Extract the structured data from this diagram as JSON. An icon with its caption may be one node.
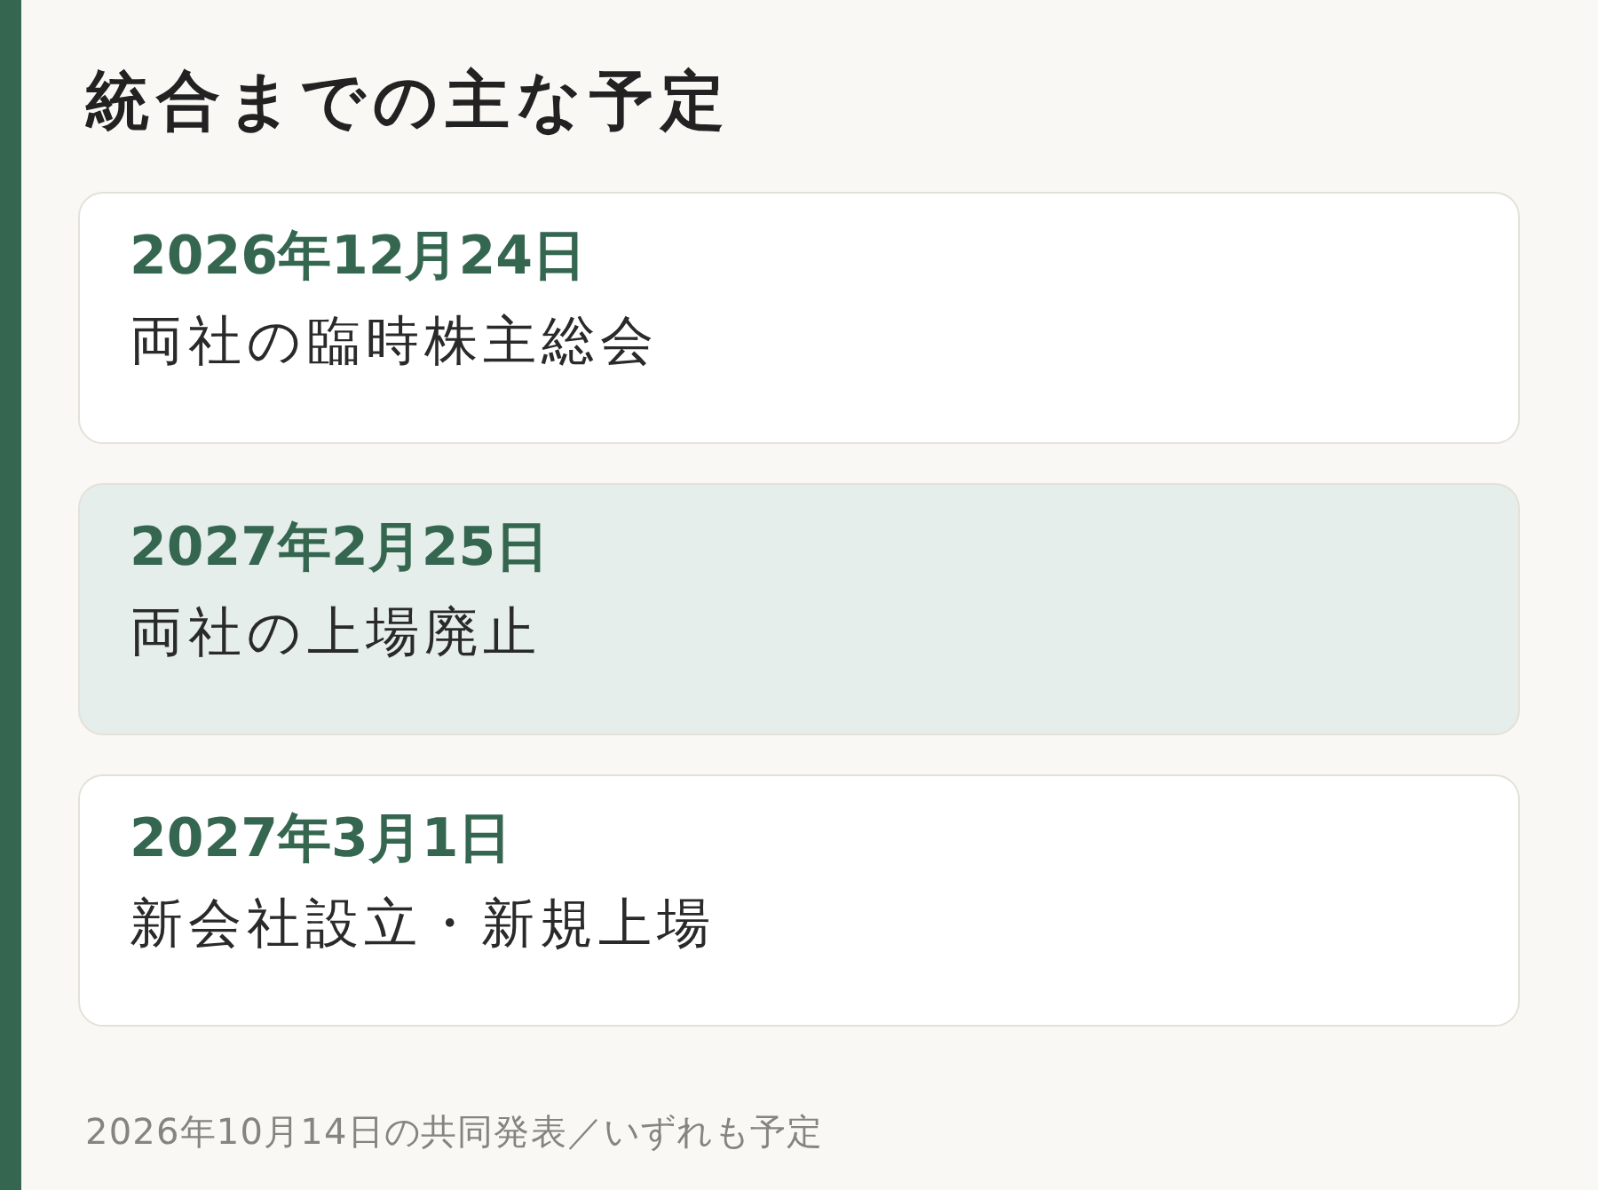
{
  "diagram": {
    "title": "統合までの主な予定",
    "caption": "2026年10月14日の共同発表／いずれも予定",
    "nodes": [
      {
        "text": [
          "2026年12月24日",
          "両社の臨時株主総会"
        ]
      },
      {
        "text": [
          "2027年2月25日",
          "両社の上場廃止"
        ]
      },
      {
        "text": [
          "2027年3月1日",
          "新会社設立・新規上場"
        ]
      }
    ]
  }
}
